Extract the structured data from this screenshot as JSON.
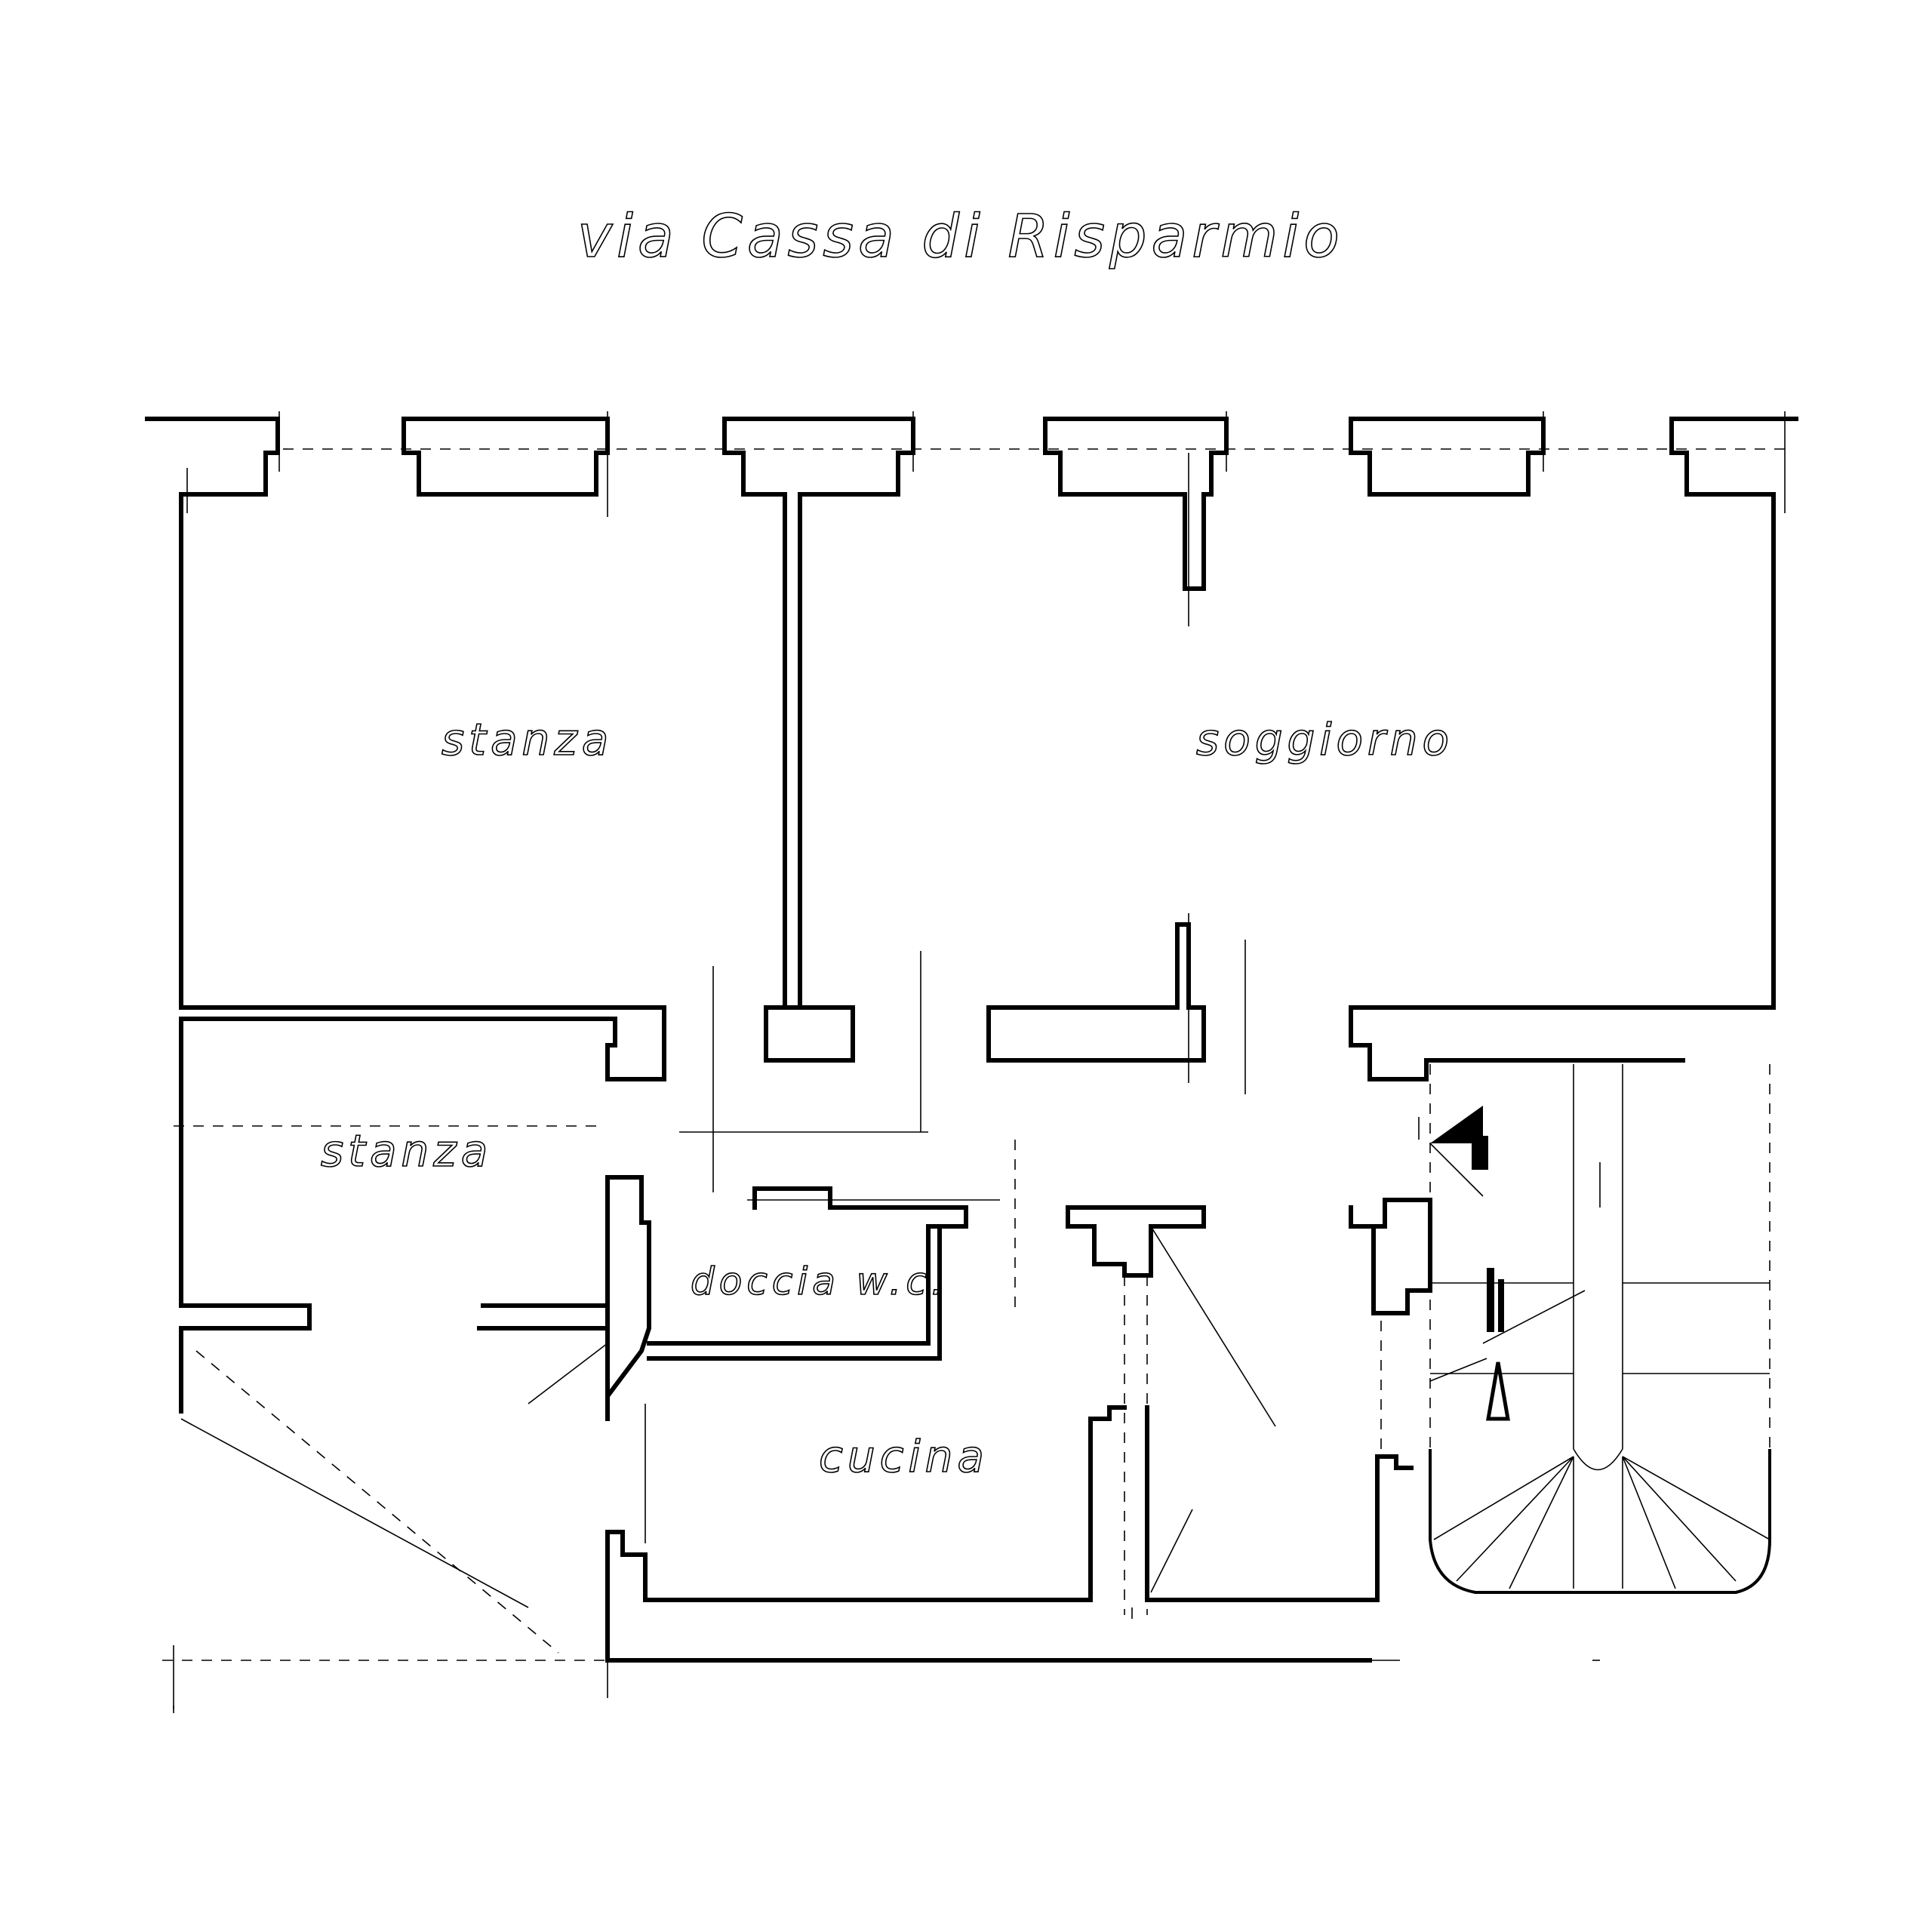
{
  "drawing": {
    "street_label": "via Cassa di Risparmio",
    "rooms": {
      "stanza_top": "stanza",
      "soggiorno": "soggiorno",
      "stanza_left": "stanza",
      "doccia": "doccia w.c.",
      "cucina": "cucina"
    },
    "colors": {
      "ink": "#000000",
      "paper": "#ffffff"
    }
  }
}
